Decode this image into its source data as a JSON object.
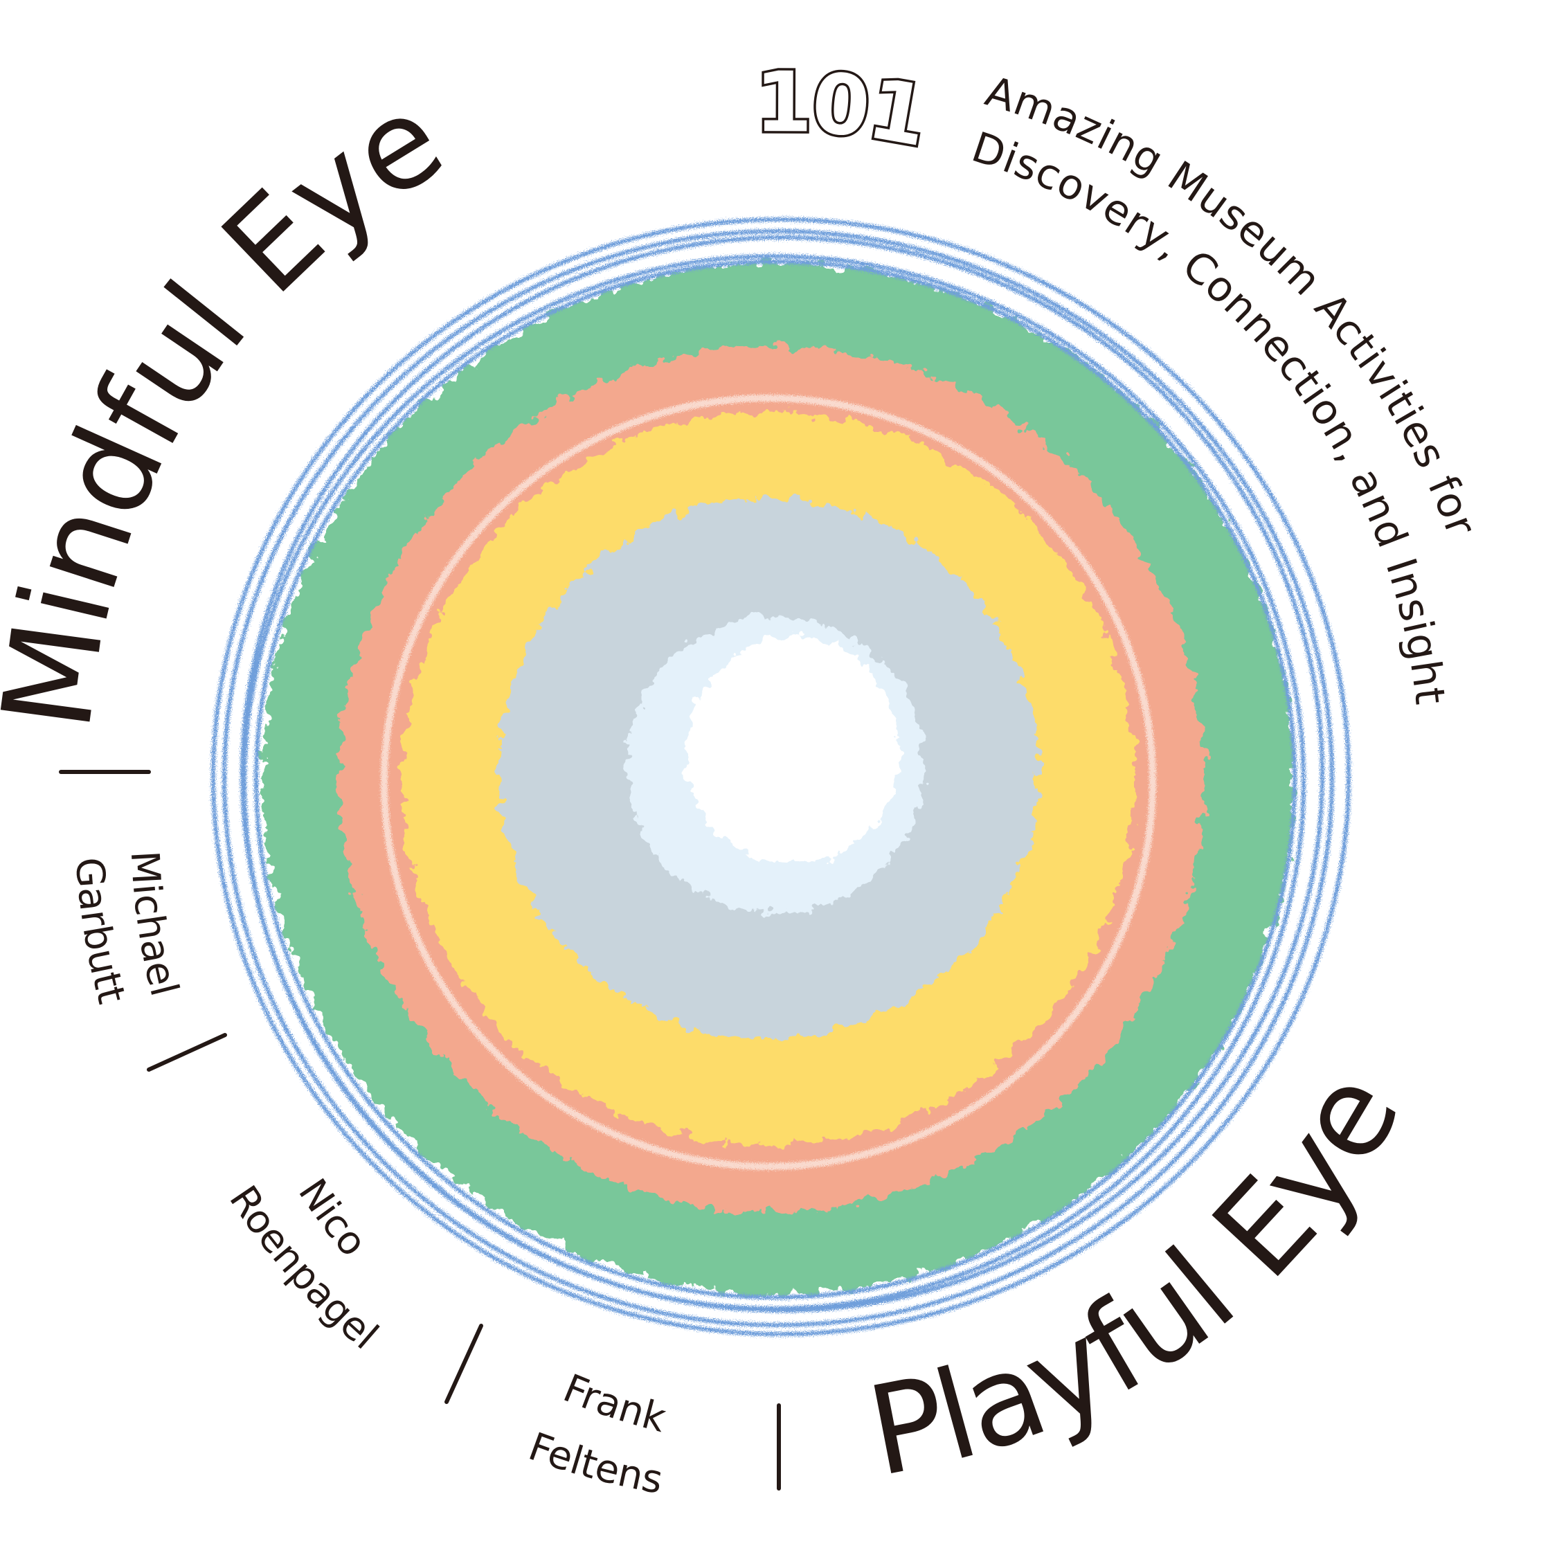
{
  "cover": {
    "title_top": "Mindful Eye",
    "title_bottom": "Playful Eye",
    "number": "101",
    "subtitle_line1": "Amazing Museum Activities for",
    "subtitle_line2": "Discovery, Connection, and Insight",
    "authors": [
      {
        "first": "Michael",
        "last": "Garbutt"
      },
      {
        "first": "Nico",
        "last": "Roenpagel"
      },
      {
        "first": "Frank",
        "last": "Feltens"
      }
    ],
    "separator": "|"
  },
  "palette": {
    "text": "#231815",
    "ring_blue": "#6f9fdb",
    "ring_green": "#79c79a",
    "ring_salmon": "#f3a88e",
    "ring_yellow": "#fddc6a",
    "ring_gray": "#c8d4dc",
    "ring_pale_blue": "#e4f1fa",
    "center": "#ffffff",
    "background": "#ffffff"
  }
}
